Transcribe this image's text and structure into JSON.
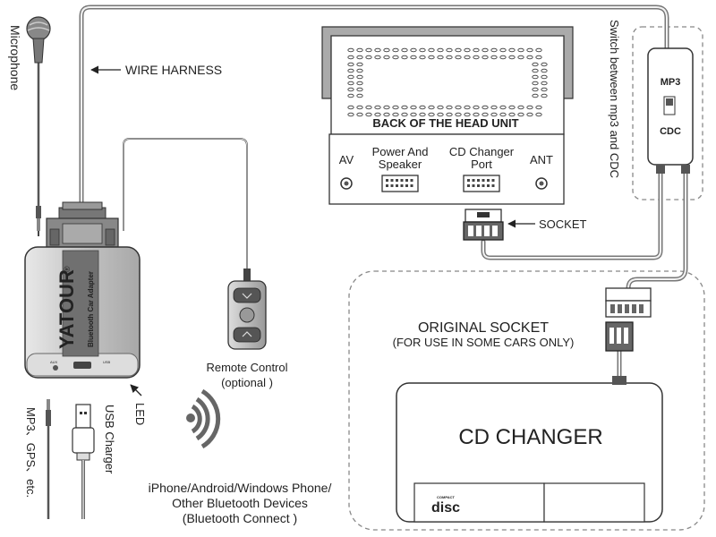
{
  "labels": {
    "microphone": "Microphone",
    "wire_harness": "WIRE HARNESS",
    "back_of_head_unit": "BACK OF THE HEAD UNIT",
    "av": "AV",
    "power_speaker_1": "Power And",
    "power_speaker_2": "Speaker",
    "cd_changer_port_1": "CD Changer",
    "cd_changer_port_2": "Port",
    "ant": "ANT",
    "socket": "SOCKET",
    "switch_note": "Switch between mp3 and CDC",
    "switch_mp3": "MP3",
    "switch_cdc": "CDC",
    "brand": "YATOUR",
    "registered_mark": "®",
    "adapter_subtitle": "Bluetooth Car Adapter",
    "port_aux": "AUX",
    "port_usb": "USB",
    "remote_control": "Remote Control",
    "remote_optional": "(optional )",
    "led": "LED",
    "usb_charger": "USB Charger",
    "mp3_gps": "MP3、GPS、etc.",
    "original_socket": "ORIGINAL SOCKET",
    "for_use": "(FOR USE IN SOME CARS ONLY)",
    "cd_changer": "CD CHANGER",
    "disc_logo_small": "COMPACT",
    "disc_logo": "disc",
    "iphone_line1": "iPhone/Android/Windows Phone/",
    "iphone_line2": "Other Bluetooth Devices",
    "iphone_line3": "(Bluetooth Connect )"
  },
  "icons": {
    "arrow": "arrow-icon",
    "bluetooth_signal": "wireless-signal-icon",
    "microphone": "microphone-icon"
  },
  "colors": {
    "line": "#222222",
    "wire": "#777777",
    "adapter_body": "#c8c8c8",
    "adapter_label": "#707070",
    "dashed_border": "#888888"
  }
}
